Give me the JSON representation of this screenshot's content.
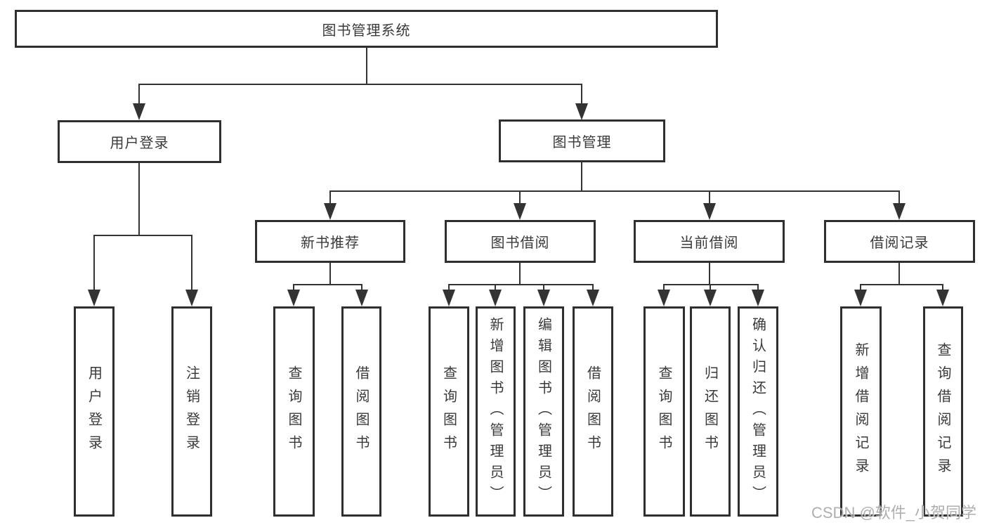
{
  "diagram": {
    "root": {
      "label": "图书管理系统"
    },
    "level1": [
      {
        "id": "user-login",
        "label": "用户登录"
      },
      {
        "id": "book-management",
        "label": "图书管理"
      }
    ],
    "level2": [
      {
        "id": "new-book-recommend",
        "label": "新书推荐"
      },
      {
        "id": "book-borrowing",
        "label": "图书借阅"
      },
      {
        "id": "current-borrowing",
        "label": "当前借阅"
      },
      {
        "id": "borrow-records",
        "label": "借阅记录"
      }
    ],
    "leaves": {
      "user_login": [
        "用户登录",
        "注销登录"
      ],
      "new_book_recommend": [
        "查询图书",
        "借阅图书"
      ],
      "book_borrowing": [
        "查询图书",
        "新增图书（管理员）",
        "编辑图书（管理员）",
        "借阅图书"
      ],
      "current_borrowing": [
        "查询图书",
        "归还图书",
        "确认归还（管理员）"
      ],
      "borrow_records": [
        "新增借阅记录",
        "查询借阅记录"
      ]
    }
  },
  "watermark": {
    "text": "CSDN @软件_小贺同学"
  },
  "colors": {
    "line": "#333333",
    "box_border": "#2f2f2f",
    "text": "#3a3a3a",
    "background": "#ffffff",
    "watermark": "#a6a6a6"
  }
}
